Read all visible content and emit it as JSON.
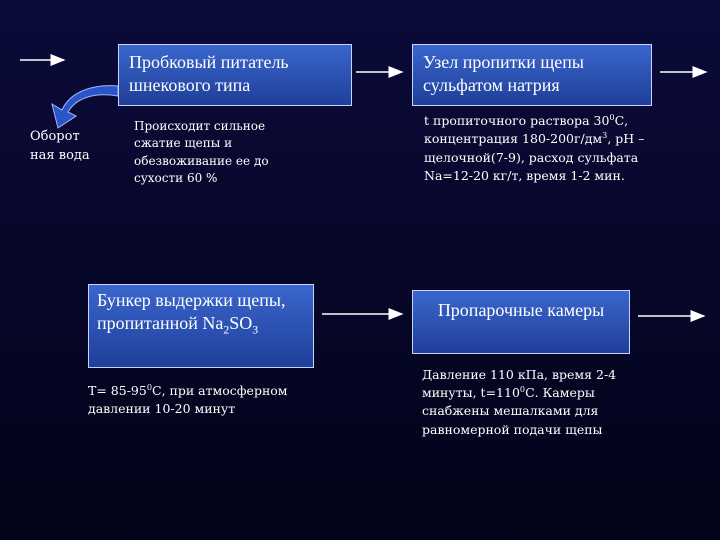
{
  "boxes": {
    "feeder": "Пробковый питатель шнекового типа",
    "impregnation": "Узел пропитки щепы сульфатом натрия",
    "bunker_prefix": "Бункер выдержки щепы, пропитанной Na",
    "bunker_sub1": "2",
    "bunker_mid": "SO",
    "bunker_sub2": "3",
    "steaming": "Пропарочные камеры"
  },
  "notes": {
    "recycle_water": "Оборот ная вода",
    "feeder": "Происходит сильное сжатие щепы и обезвоживание ее до сухости 60 %",
    "impregnation": {
      "p1": "t пропиточного раствора 30",
      "sup1": "0",
      "p2": "С, концентрация 180-200г/дм",
      "sup2": "3",
      "p3": ", рН – щелочной(7-9), расход сульфата Na=12-20 кг/т, время 1-2 мин."
    },
    "bunker": {
      "p1": "Т= 85-95",
      "sup1": "0",
      "p2": "С, при атмосферном давлении 10-20 минут"
    },
    "steaming": {
      "p1": "Давление 110 кПа, время 2-4 минуты, t=110",
      "sup1": "0",
      "p2": "С. Камеры снабжены мешалками для равномерной подачи щепы"
    }
  },
  "colors": {
    "box_top": "#3a66cc",
    "box_bottom": "#1f3f9a",
    "background": "#0b0b3a",
    "recycle_arrow": "#2a54c8"
  }
}
